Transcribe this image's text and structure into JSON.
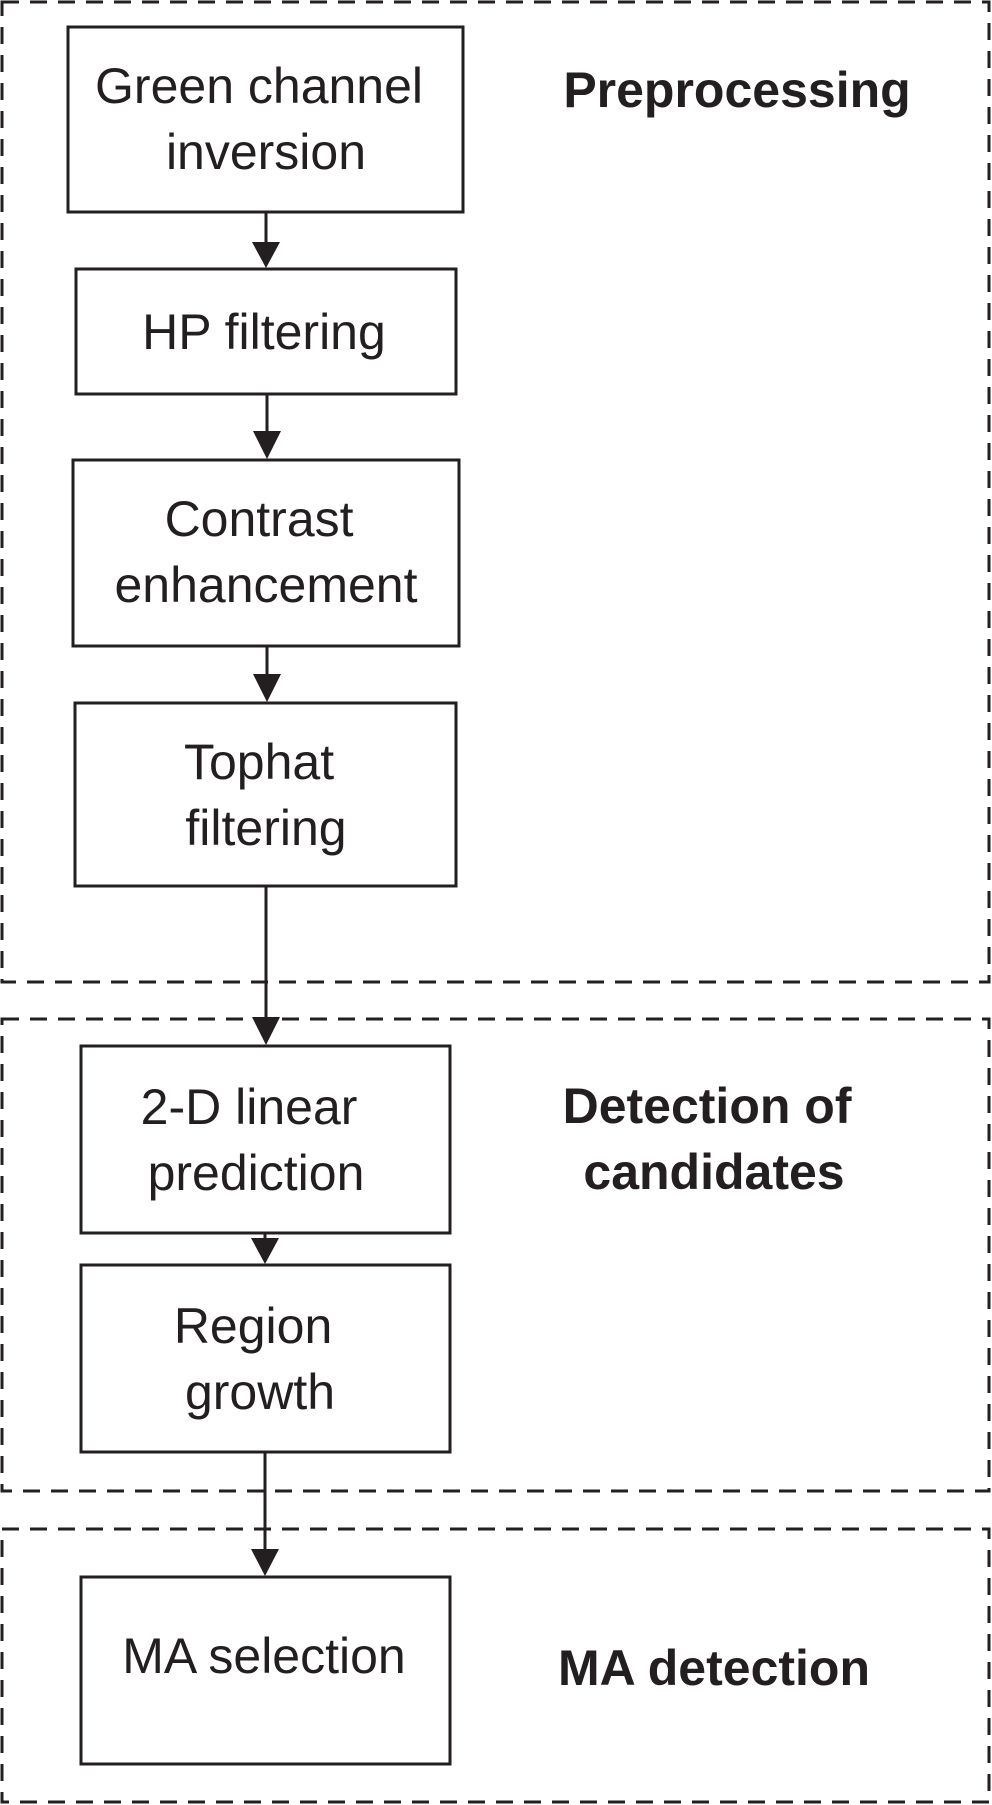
{
  "diagram": {
    "colors": {
      "ink": "#231f20",
      "background": "#ffffff"
    },
    "stages": [
      {
        "id": "preprocessing",
        "label": [
          "Preprocessing"
        ]
      },
      {
        "id": "detection",
        "label": [
          "Detection of",
          "candidates"
        ]
      },
      {
        "id": "ma",
        "label": [
          "MA detection"
        ]
      }
    ],
    "steps": [
      {
        "id": "green",
        "stage": "preprocessing",
        "label": [
          "Green channel",
          "inversion"
        ]
      },
      {
        "id": "hp",
        "stage": "preprocessing",
        "label": [
          "HP filtering"
        ]
      },
      {
        "id": "contrast",
        "stage": "preprocessing",
        "label": [
          "Contrast",
          "enhancement"
        ]
      },
      {
        "id": "tophat",
        "stage": "preprocessing",
        "label": [
          "Tophat",
          "filtering"
        ]
      },
      {
        "id": "linear",
        "stage": "detection",
        "label": [
          "2-D linear",
          "prediction"
        ]
      },
      {
        "id": "region",
        "stage": "detection",
        "label": [
          "Region",
          "growth"
        ]
      },
      {
        "id": "selection",
        "stage": "ma",
        "label": [
          "MA selection"
        ]
      }
    ],
    "flow": [
      [
        "green",
        "hp"
      ],
      [
        "hp",
        "contrast"
      ],
      [
        "contrast",
        "tophat"
      ],
      [
        "tophat",
        "linear"
      ],
      [
        "linear",
        "region"
      ],
      [
        "region",
        "selection"
      ]
    ]
  }
}
